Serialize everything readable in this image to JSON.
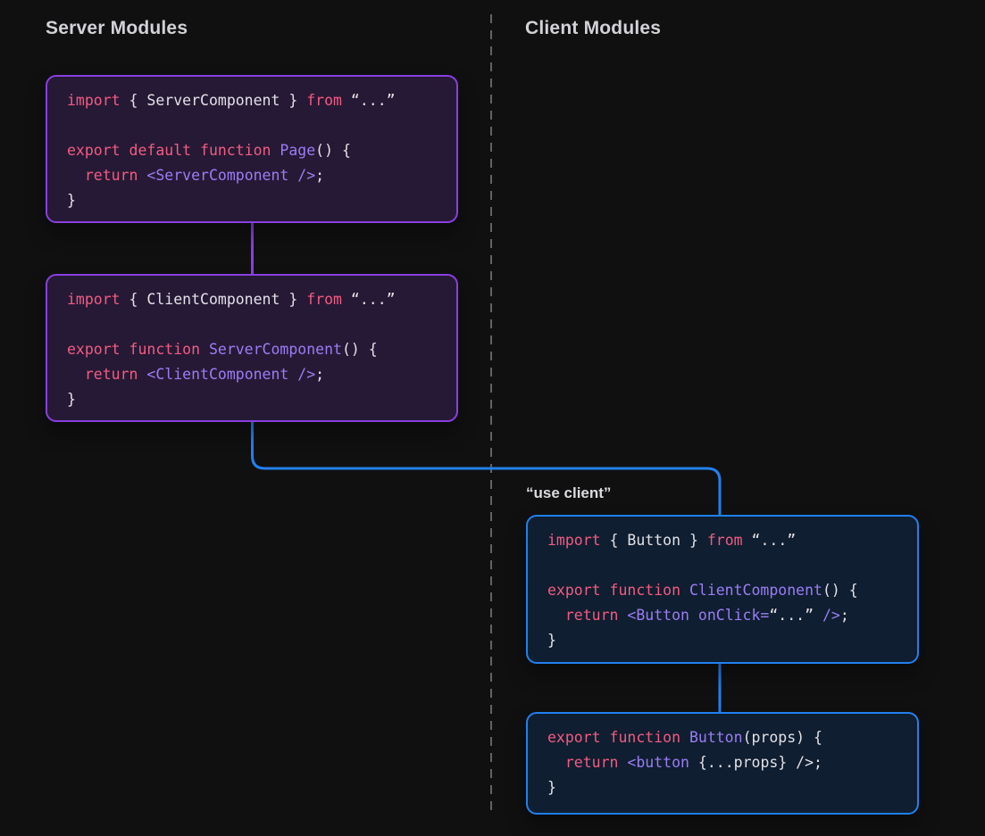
{
  "columns": {
    "server": {
      "title": "Server Modules"
    },
    "client": {
      "title": "Client Modules"
    }
  },
  "labels": {
    "use_client": "“use client”"
  },
  "colors": {
    "bg": "#101011",
    "heading": "#d2d2d7",
    "label": "#dcdcdf",
    "divider": "#626268",
    "purple_border": "#8a3fe1",
    "purple_bg": "#261935",
    "blue_border": "#2280f0",
    "blue_bg": "#0f1e30",
    "keyword": "#f25c82",
    "component": "#9b7df4",
    "plain": "#e3e1e8"
  },
  "code_boxes": {
    "page": {
      "column": "server",
      "lines": [
        [
          {
            "c": "kw",
            "s": "import"
          },
          {
            "c": "pl",
            "s": " { ServerComponent } "
          },
          {
            "c": "kw",
            "s": "from"
          },
          {
            "c": "pl",
            "s": " “...”"
          }
        ],
        [],
        [
          {
            "c": "kw",
            "s": "export default function"
          },
          {
            "c": "cmp",
            "s": " Page"
          },
          {
            "c": "pl",
            "s": "() {"
          }
        ],
        [
          {
            "c": "pl",
            "s": "  "
          },
          {
            "c": "kw",
            "s": "return"
          },
          {
            "c": "cmp",
            "s": " <ServerComponent />"
          },
          {
            "c": "pl",
            "s": ";"
          }
        ],
        [
          {
            "c": "pl",
            "s": "}"
          }
        ]
      ]
    },
    "server_component": {
      "column": "server",
      "lines": [
        [
          {
            "c": "kw",
            "s": "import"
          },
          {
            "c": "pl",
            "s": " { ClientComponent } "
          },
          {
            "c": "kw",
            "s": "from"
          },
          {
            "c": "pl",
            "s": " “...”"
          }
        ],
        [],
        [
          {
            "c": "kw",
            "s": "export function"
          },
          {
            "c": "cmp",
            "s": " ServerComponent"
          },
          {
            "c": "pl",
            "s": "() {"
          }
        ],
        [
          {
            "c": "pl",
            "s": "  "
          },
          {
            "c": "kw",
            "s": "return"
          },
          {
            "c": "cmp",
            "s": " <ClientComponent />"
          },
          {
            "c": "pl",
            "s": ";"
          }
        ],
        [
          {
            "c": "pl",
            "s": "}"
          }
        ]
      ]
    },
    "client_component": {
      "column": "client",
      "lines": [
        [
          {
            "c": "kw",
            "s": "import"
          },
          {
            "c": "pl",
            "s": " { Button } "
          },
          {
            "c": "kw",
            "s": "from"
          },
          {
            "c": "pl",
            "s": " “...”"
          }
        ],
        [],
        [
          {
            "c": "kw",
            "s": "export function"
          },
          {
            "c": "cmp",
            "s": " ClientComponent"
          },
          {
            "c": "pl",
            "s": "() {"
          }
        ],
        [
          {
            "c": "pl",
            "s": "  "
          },
          {
            "c": "kw",
            "s": "return"
          },
          {
            "c": "cmp",
            "s": " <Button onClick="
          },
          {
            "c": "pl",
            "s": "“...”"
          },
          {
            "c": "cmp",
            "s": " />"
          },
          {
            "c": "pl",
            "s": ";"
          }
        ],
        [
          {
            "c": "pl",
            "s": "}"
          }
        ]
      ]
    },
    "button": {
      "column": "client",
      "lines": [
        [
          {
            "c": "kw",
            "s": "export function"
          },
          {
            "c": "cmp",
            "s": " Button"
          },
          {
            "c": "pl",
            "s": "(props) {"
          }
        ],
        [
          {
            "c": "pl",
            "s": "  "
          },
          {
            "c": "kw",
            "s": "return"
          },
          {
            "c": "cmp",
            "s": " <button"
          },
          {
            "c": "pl",
            "s": " {...props} />;"
          }
        ],
        [
          {
            "c": "pl",
            "s": "}"
          }
        ]
      ]
    }
  }
}
